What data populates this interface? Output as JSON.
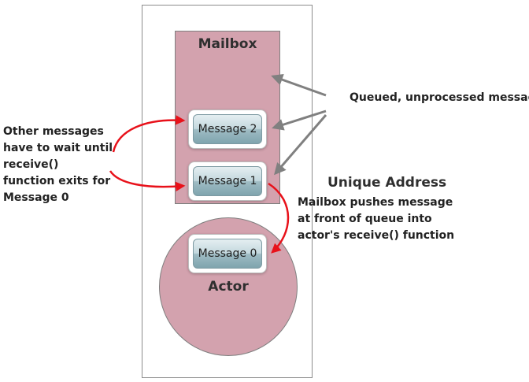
{
  "mailbox": {
    "title": "Mailbox"
  },
  "actor": {
    "title": "Actor"
  },
  "messages": {
    "message_2": "Message 2",
    "message_1": "Message 1",
    "message_0": "Message 0"
  },
  "labels": {
    "queued": "Queued, unprocessed messages",
    "unique_address": "Unique Address",
    "left_note": "Other messages have to wait until receive() function exits for Message 0",
    "right_note": "Mailbox pushes message at front of queue into actor's receive() function"
  },
  "colors": {
    "pink": "#d3a2ae",
    "red_arrow": "#e8111a",
    "gray_arrow": "#808080"
  }
}
